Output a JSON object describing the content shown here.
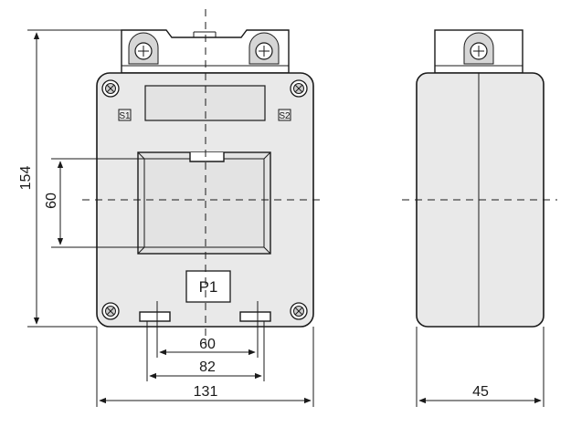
{
  "dimensions": {
    "height_total": "154",
    "window_height": "60",
    "window_width": "60",
    "slot_spacing": "82",
    "width_total": "131",
    "depth": "45"
  },
  "labels": {
    "s1": "S1",
    "s2": "S2",
    "p1": "P1"
  }
}
